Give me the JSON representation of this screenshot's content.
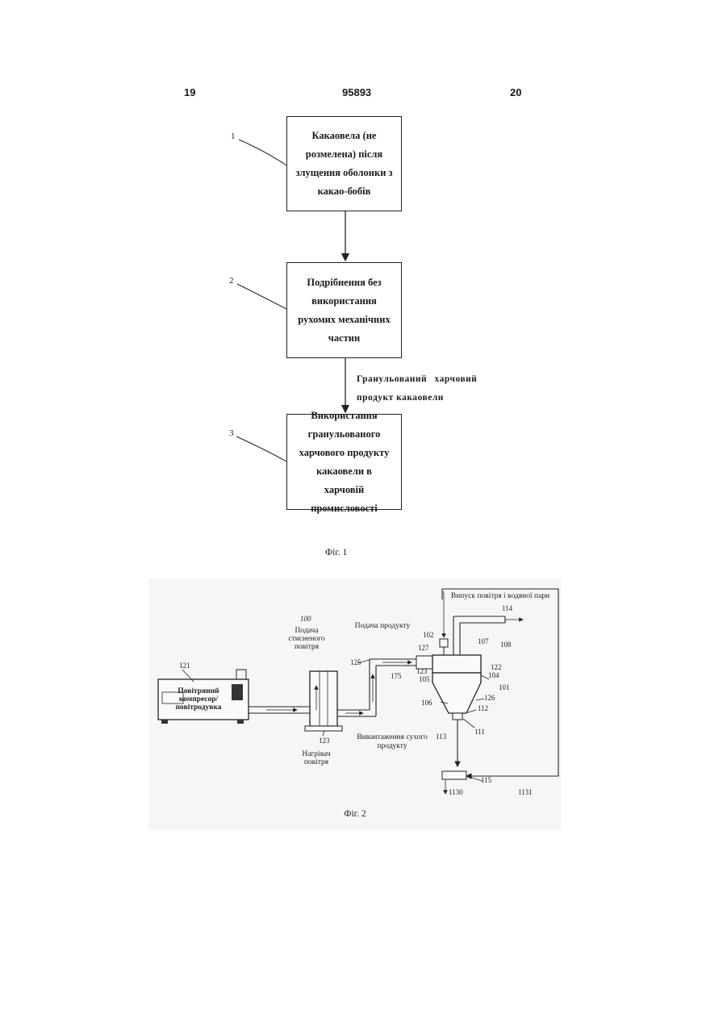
{
  "header": {
    "left_page": "19",
    "patent_number": "95893",
    "right_page": "20"
  },
  "fig1": {
    "boxes": [
      {
        "number": "1",
        "text": "Какаовела (не розмелена) після злущення оболонки з какао-бобів"
      },
      {
        "number": "2",
        "text": "Подрібнення без використання рухомих механічних частин"
      },
      {
        "number": "3",
        "text": "Використання гранульованого харчового продукту какаовели в харчовій промисловості"
      }
    ],
    "arrow_label_line1": "Гранульований харчовий",
    "arrow_label_line2": "продукт какаовели",
    "caption": "Фіг. 1"
  },
  "fig2": {
    "labels": {
      "steam_outlet": "Випуск повітря і водяної пари",
      "product_feed": "Подача продукту",
      "compressed_air_1": "Подача",
      "compressed_air_2": "стисненого",
      "compressed_air_3": "повітря",
      "compressor_1": "Повітряний",
      "compressor_2": "компресор/",
      "compressor_3": "повітродувка",
      "heater_1": "Нагрівач",
      "heater_2": "повітря",
      "unload_1": "Вивантаження сухого",
      "unload_2": "продукту"
    },
    "refs": [
      "100",
      "121",
      "123",
      "125",
      "175",
      "127",
      "102",
      "107",
      "108",
      "114",
      "122",
      "104",
      "123",
      "105",
      "106",
      "126",
      "101",
      "112",
      "111",
      "113",
      "115",
      "1130",
      "1131"
    ],
    "caption": "Фіг. 2"
  }
}
